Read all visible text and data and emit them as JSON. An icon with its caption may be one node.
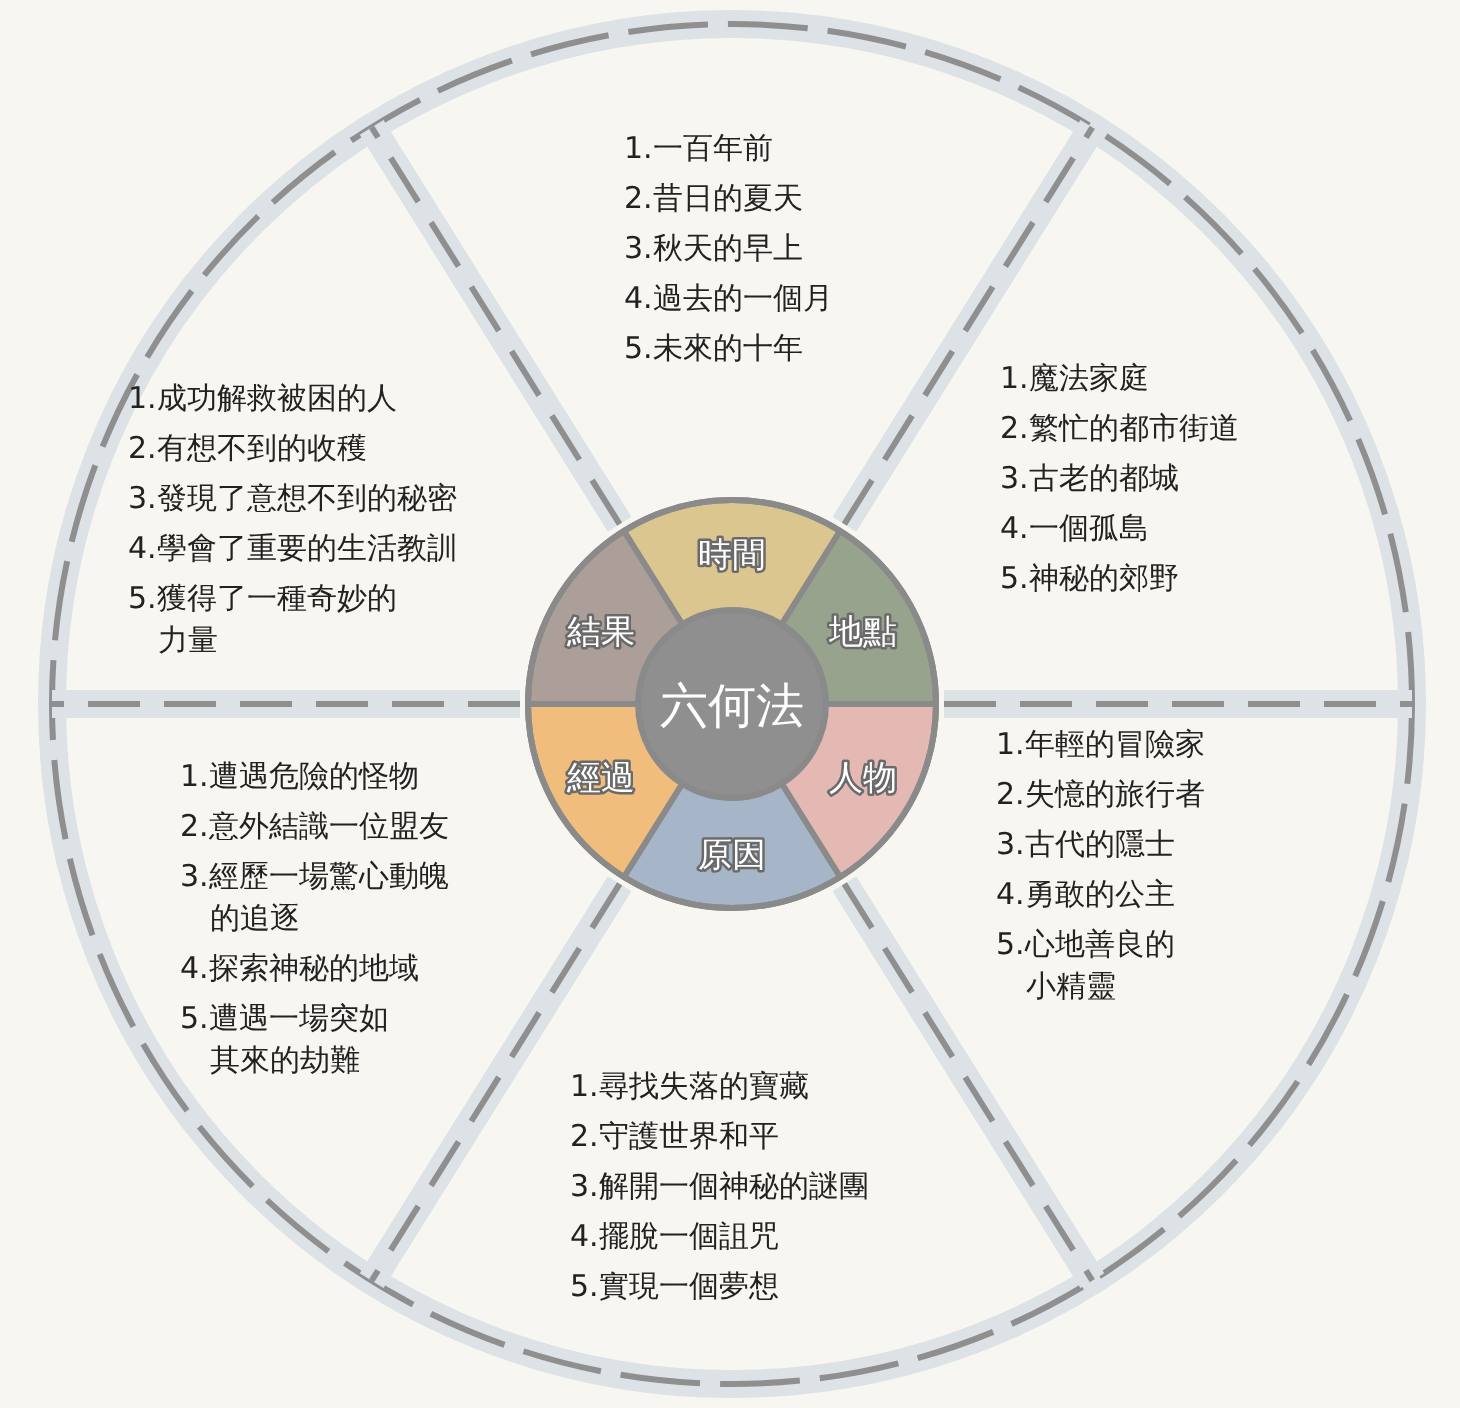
{
  "diagram": {
    "nodes": [
      {
        "text": [
          "六何法"
        ]
      },
      {
        "text": [
          "時間"
        ]
      },
      {
        "text": [
          "地點"
        ]
      },
      {
        "text": [
          "人物"
        ]
      },
      {
        "text": [
          "原因"
        ]
      },
      {
        "text": [
          "經過"
        ]
      },
      {
        "text": [
          "結果"
        ]
      }
    ],
    "labels": [
      "1.一百年前",
      "2.昔日的夏天",
      "3.秋天的早上",
      "4.過去的一個月",
      "5.未來的十年",
      "1.成功解救被困的人",
      "2.有想不到的收穫",
      "3.發現了意想不到的秘密",
      "4.學會了重要的生活教訓",
      "5.獲得了一種奇妙的力量",
      "1.魔法家庭",
      "2.繁忙的都市街道",
      "3.古老的都城",
      "4.一個孤島",
      "5.神秘的郊野",
      "1.遭遇危險的怪物",
      "2.意外結識一位盟友",
      "3.經歷一場驚心動魄的追逐",
      "4.探索神秘的地域",
      "5.遭遇一場突如其來的劫難",
      "1.年輕的冒險家",
      "2.失憶的旅行者",
      "3.古代的隱士",
      "4.勇敢的公主",
      "5.心地善良的小精靈",
      "1.尋找失落的寶藏",
      "2.守護世界和平",
      "3.解開一個神秘的謎團",
      "4.擺脫一個詛咒",
      "5.實現一個夢想"
    ]
  }
}
